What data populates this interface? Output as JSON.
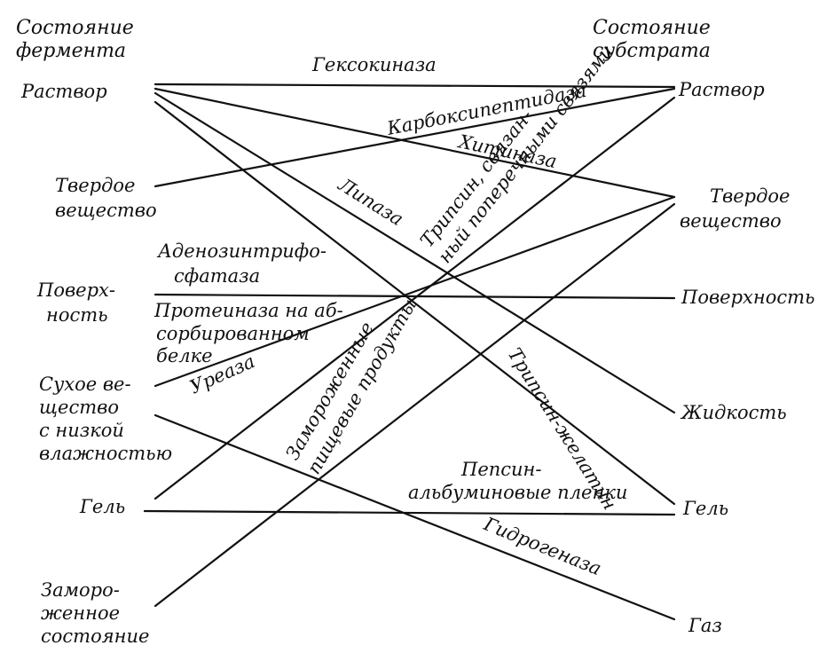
{
  "diagram": {
    "left_header": [
      "Состояние",
      "фермента"
    ],
    "right_header": [
      "Состояние",
      "субстрата"
    ],
    "enzyme_states": {
      "solution": [
        "Раствор"
      ],
      "solid": [
        "Твердое",
        "вещество"
      ],
      "surface": [
        "Поверх-",
        "ность"
      ],
      "dry": [
        "Сухое ве-",
        "щество",
        "с низкой",
        "влажностью"
      ],
      "gel": [
        "Гель"
      ],
      "frozen": [
        "Заморо-",
        "женное",
        "состояние"
      ]
    },
    "substrate_states": {
      "solution": [
        "Раствор"
      ],
      "solid": [
        "Твердое",
        "вещество"
      ],
      "surface": [
        "Поверхность"
      ],
      "liquid": [
        "Жидкость"
      ],
      "gel": [
        "Гель"
      ],
      "gas": [
        "Газ"
      ]
    },
    "connections": {
      "hexokinase": [
        "Гексокиназа"
      ],
      "carboxypeptidase": [
        "Карбоксипептидаза"
      ],
      "chitinase": [
        "Хитиназа"
      ],
      "lipase": [
        "Липаза"
      ],
      "trypsin_crosslinked": [
        "Трипсин, связан-",
        "ный поперечными связями"
      ],
      "atpase": [
        "Аденозинтрифо-",
        "сфатаза"
      ],
      "proteinase_adsorbed": [
        "Протеиназа на аб-",
        "сорбированном",
        "белке"
      ],
      "urease": [
        "Уреаза"
      ],
      "frozen_foods": [
        "Замороженные",
        "пищевые продукты"
      ],
      "trypsin_gelatin": [
        "Трипсин-желатин"
      ],
      "pepsin_albumin": [
        "Пепсин-",
        "альбуминовые пленки"
      ],
      "hydrogenase": [
        "Гидрогеназа"
      ]
    }
  }
}
